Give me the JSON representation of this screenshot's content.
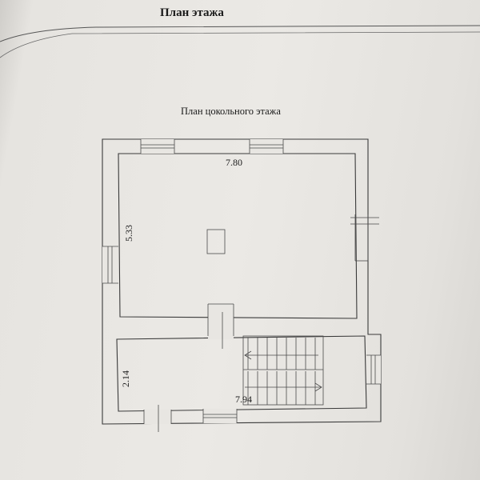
{
  "header": {
    "title": "План этажа"
  },
  "plan": {
    "title": "План цокольного этажа",
    "dimensions": {
      "upper_width": "7.80",
      "upper_height": "5.33",
      "lower_height": "2.14",
      "lower_width": "7.94"
    }
  }
}
